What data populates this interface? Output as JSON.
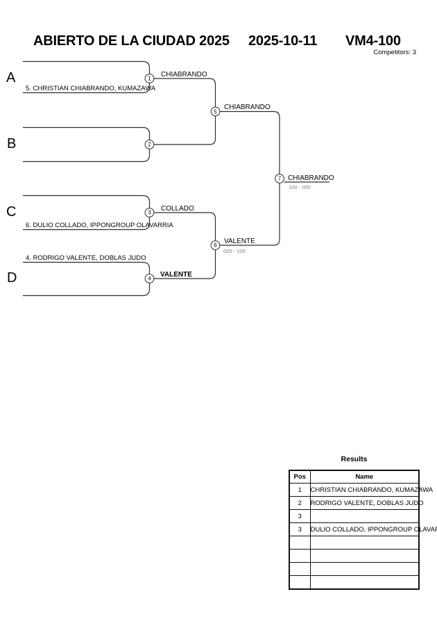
{
  "header": {
    "tournament_title": "ABIERTO DE LA CIUDAD 2025",
    "date": "2025-10-11",
    "category": "VM4-100",
    "competitors_label": "Competitors: 3"
  },
  "bracket": {
    "groups": [
      {
        "label": "A",
        "seed": "5. CHRISTIAN CHIABRANDO, KUMAZAWA"
      },
      {
        "label": "B",
        "seed": ""
      },
      {
        "label": "C",
        "seed": "6. DULIO COLLADO, IPPONGROUP OLAVARRIA"
      },
      {
        "label": "D",
        "seed": "4. RODRIGO VALENTE, DOBLAS JUDO"
      }
    ],
    "matches": [
      {
        "number": "1",
        "winner": "CHIABRANDO",
        "score": ""
      },
      {
        "number": "2",
        "winner": "",
        "score": ""
      },
      {
        "number": "3",
        "winner": "COLLADO",
        "score": ""
      },
      {
        "number": "4",
        "winner": "VALENTE",
        "score": ""
      },
      {
        "number": "5",
        "winner": "CHIABRANDO",
        "score": ""
      },
      {
        "number": "6",
        "winner": "VALENTE",
        "score": "000 - 100"
      },
      {
        "number": "7",
        "winner": "CHIABRANDO",
        "score": "100 - 000"
      }
    ]
  },
  "results": {
    "title": "Results",
    "columns": {
      "pos": "Pos",
      "name": "Name"
    },
    "rows": [
      {
        "pos": "1",
        "name": "CHRISTIAN CHIABRANDO, KUMAZAWA"
      },
      {
        "pos": "2",
        "name": "RODRIGO VALENTE, DOBLAS JUDO"
      },
      {
        "pos": "3",
        "name": ""
      },
      {
        "pos": "3",
        "name": "DULIO COLLADO, IPPONGROUP OLAVARRIA"
      },
      {
        "pos": "",
        "name": ""
      },
      {
        "pos": "",
        "name": ""
      },
      {
        "pos": "",
        "name": ""
      },
      {
        "pos": "",
        "name": ""
      }
    ]
  },
  "colors": {
    "line": "#2d2d2d",
    "text": "#000000",
    "score_text": "#7d7d87",
    "background": "#ffffff"
  }
}
